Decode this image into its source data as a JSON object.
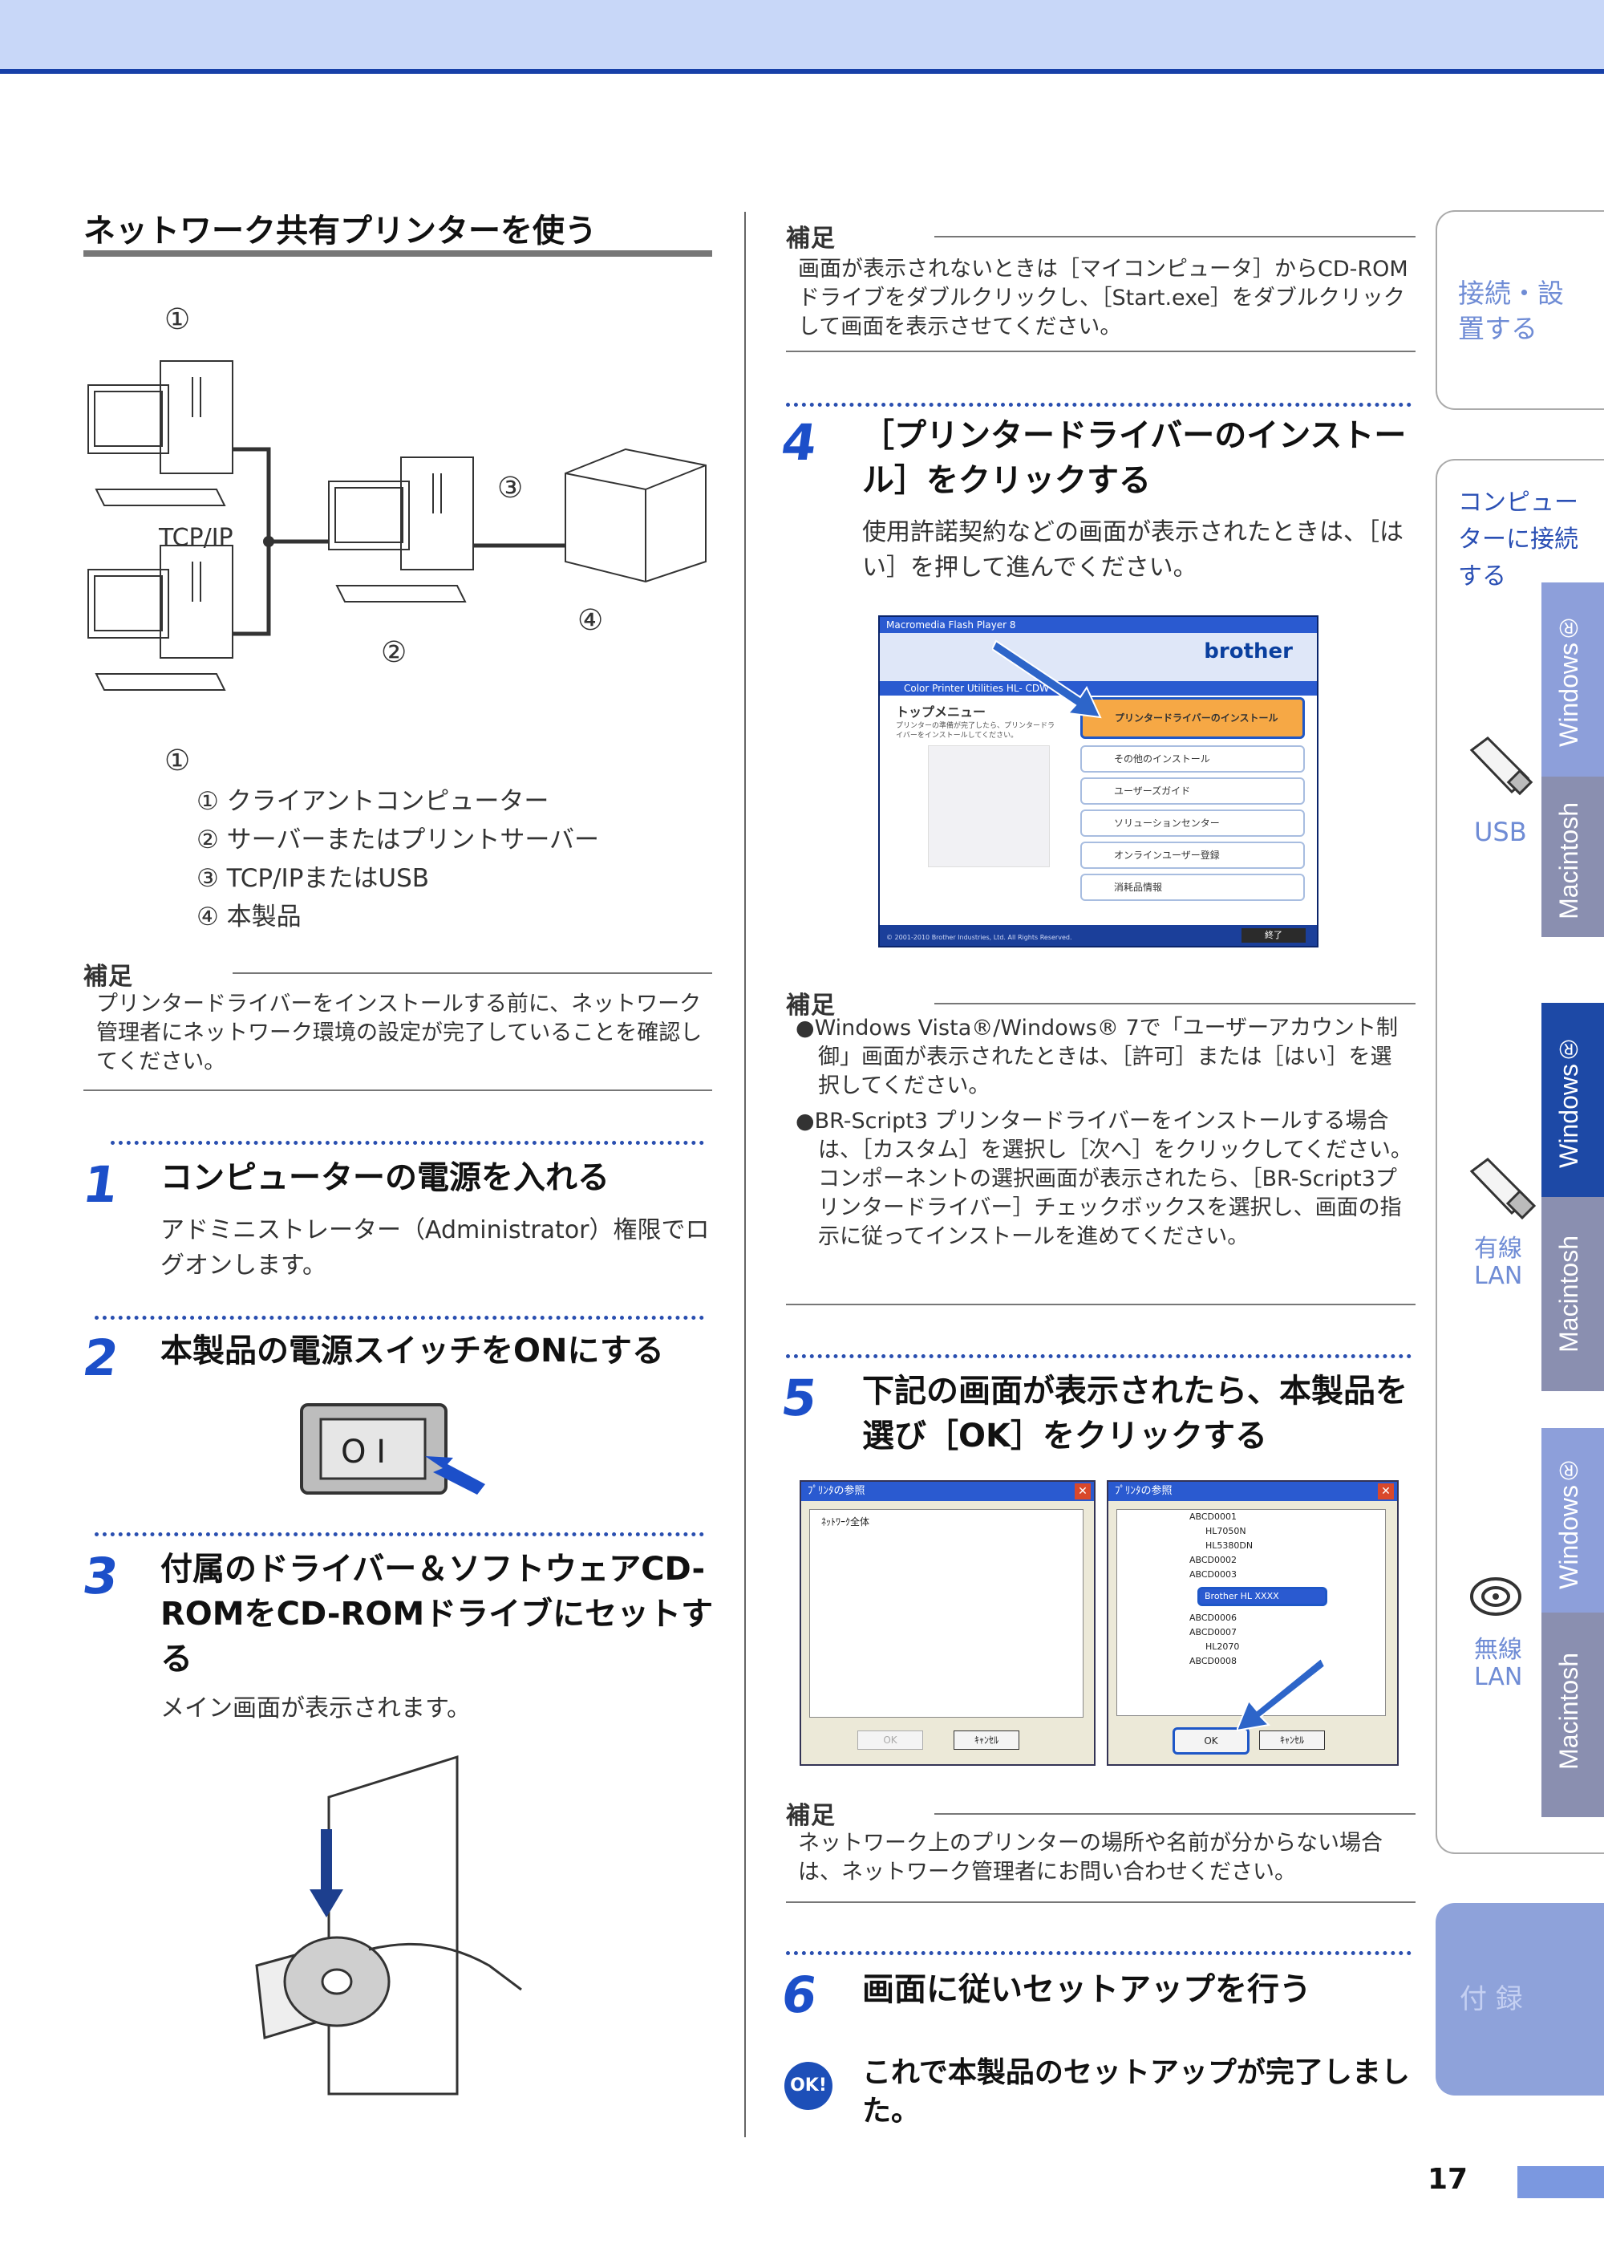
{
  "section": {
    "title": "ネットワーク共有プリンターを使う"
  },
  "diagram": {
    "callouts": [
      "①",
      "①",
      "②",
      "③",
      "④"
    ],
    "tcpip_label": "TCP/IP",
    "legend": [
      "① クライアントコンピューター",
      "② サーバーまたはプリントサーバー",
      "③ TCP/IPまたはUSB",
      "④ 本製品"
    ]
  },
  "notes": {
    "label": "補足",
    "note1": "プリンタードライバーをインストールする前に、ネットワーク管理者にネットワーク環境の設定が完了していることを確認してください。",
    "note2": "画面が表示されないときは［マイコンピュータ］からCD-ROMドライブをダブルクリックし、［Start.exe］をダブルクリックして画面を表示させてください。",
    "note3_items": [
      "Windows Vista®/Windows® 7で「ユーザーアカウント制御」画面が表示されたときは、［許可］または［はい］を選択してください。",
      "BR-Script3 プリンタードライバーをインストールする場合は、［カスタム］を選択し［次へ］をクリックしてください。コンポーネントの選択画面が表示されたら、［BR-Script3プリンタードライバー］チェックボックスを選択し、画面の指示に従ってインストールを進めてください。"
    ],
    "note4": "ネットワーク上のプリンターの場所や名前が分からない場合は、ネットワーク管理者にお問い合わせください。"
  },
  "steps": [
    {
      "num": "1",
      "title": "コンピューターの電源を入れる",
      "body": "アドミニストレーター（Administrator）権限でログオンします。"
    },
    {
      "num": "2",
      "title": "本製品の電源スイッチをONにする",
      "body": ""
    },
    {
      "num": "3",
      "title": "付属のドライバー＆ソフトウェアCD-ROMをCD-ROMドライブにセットする",
      "body": "メイン画面が表示されます。"
    },
    {
      "num": "4",
      "title": "［プリンタードライバーのインストール］をクリックする",
      "body": "使用許諾契約などの画面が表示されたときは、［はい］を押して進んでください。"
    },
    {
      "num": "5",
      "title": "下記の画面が表示されたら、本製品を選び［OK］をクリックする",
      "body": ""
    },
    {
      "num": "6",
      "title": "画面に従いセットアップを行う",
      "body": ""
    }
  ],
  "completion": {
    "badge": "OK!",
    "text": "これで本製品のセットアップが完了しました。"
  },
  "switch_label": "O  I",
  "installer": {
    "titlebar": "Macromedia Flash Player 8",
    "brand": "brother",
    "product": "Color Printer Utilities HL-      CDW",
    "menu_title": "トップメニュー",
    "hint": "プリンターの準備が完了したら、プリンタードライバーをインストールしてください。",
    "buttons": [
      "プリンタードライバーのインストール",
      "その他のインストール",
      "ユーザーズガイド",
      "ソリューションセンター",
      "オンラインユーザー登録",
      "消耗品情報"
    ],
    "copyright": "© 2001-2010 Brother Industries, Ltd. All Rights Reserved.",
    "exit": "終了"
  },
  "browse": {
    "title": "ﾌﾟﾘﾝﾀの参照",
    "left_tree": "ﾈｯﾄﾜｰｸ全体",
    "right_tree": [
      "ABCD0001",
      "HL7050N",
      "HL5380DN",
      "ABCD0002",
      "ABCD0003",
      "Brother HL XXXX",
      "ABCD0006",
      "ABCD0007",
      "HL2070",
      "ABCD0008"
    ],
    "ok": "OK",
    "cancel": "ｷｬﾝｾﾙ"
  },
  "sidebar": {
    "tab1": "接続・設置する",
    "tab2": "コンピューターに接続する",
    "usb": "USB",
    "wired": "有線LAN",
    "wireless": "無線LAN",
    "windows": "Windows®",
    "macintosh": "Macintosh",
    "appendix": "付 録",
    "colors": {
      "windows_usb": "#8d9fda",
      "macintosh": "#8a8fb0",
      "windows_active": "#1d49a6",
      "appendix": "#8ea2da"
    }
  },
  "page_number": "17"
}
